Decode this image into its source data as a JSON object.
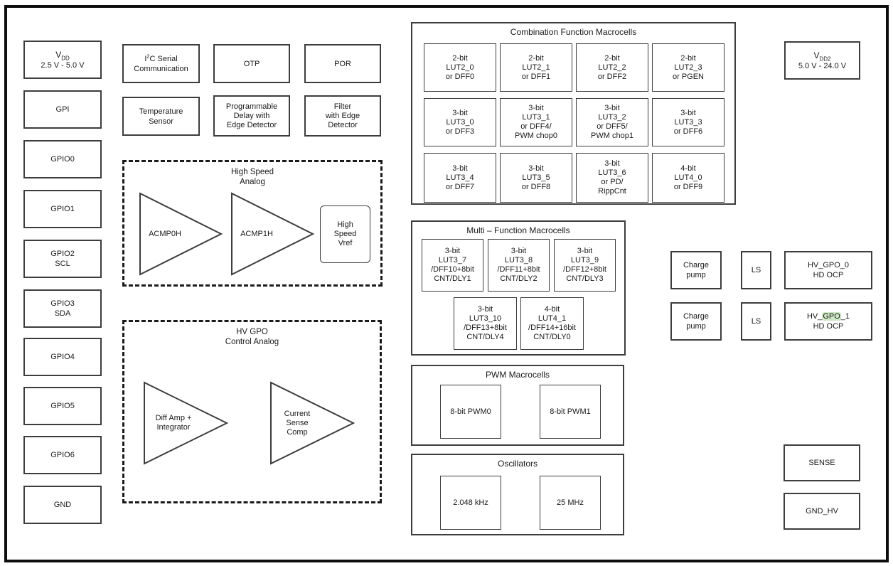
{
  "colors": {
    "background": "#ffffff",
    "frame": "#0d0d0d",
    "box_border": "#3d3d3d",
    "text": "#1a1a1a",
    "search_highlight_green": "#cfe8c5"
  },
  "pins_left": {
    "vdd": {
      "base": "V",
      "sub": "DD",
      "range": "2.5 V - 5.0 V"
    },
    "items": [
      "GPI",
      "GPIO0",
      "GPIO1",
      [
        "GPIO2",
        "SCL"
      ],
      [
        "GPIO3",
        "SDA"
      ],
      "GPIO4",
      "GPIO5",
      "GPIO6",
      "GND"
    ]
  },
  "top_row": {
    "i2c": {
      "pre": "I",
      "sup": "2",
      "post": "C Serial",
      "line2": "Communication"
    },
    "otp": "OTP",
    "por": "POR",
    "temp": [
      "Temperature",
      "Sensor"
    ],
    "prog_delay": [
      "Programmable",
      "Delay with",
      "Edge Detector"
    ],
    "filter": [
      "Filter",
      "with Edge",
      "Detector"
    ]
  },
  "high_speed_analog": {
    "title": [
      "High Speed",
      "Analog"
    ],
    "acmp0": "ACMP0H",
    "acmp1": "ACMP1H",
    "vref": [
      "High",
      "Speed",
      "Vref"
    ]
  },
  "hv_gpo_analog": {
    "title": [
      "HV GPO",
      "Control Analog"
    ],
    "diff_amp": [
      "Diff Amp +",
      "Integrator"
    ],
    "current_sense": [
      "Current",
      "Sense",
      "Comp"
    ]
  },
  "combination": {
    "title": "Combination Function Macrocells",
    "cells": [
      [
        "2-bit",
        "LUT2_0",
        "or DFF0"
      ],
      [
        "2-bit",
        "LUT2_1",
        "or DFF1"
      ],
      [
        "2-bit",
        "LUT2_2",
        "or DFF2"
      ],
      [
        "2-bit",
        "LUT2_3",
        "or PGEN"
      ],
      [
        "3-bit",
        "LUT3_0",
        "or DFF3"
      ],
      [
        "3-bit",
        "LUT3_1",
        "or DFF4/",
        "PWM chop0"
      ],
      [
        "3-bit",
        "LUT3_2",
        "or DFF5/",
        "PWM chop1"
      ],
      [
        "3-bit",
        "LUT3_3",
        "or DFF6"
      ],
      [
        "3-bit",
        "LUT3_4",
        "or DFF7"
      ],
      [
        "3-bit",
        "LUT3_5",
        "or DFF8"
      ],
      [
        "3-bit",
        "LUT3_6",
        "or PD/",
        "RippCnt"
      ],
      [
        "4-bit",
        "LUT4_0",
        "or DFF9"
      ]
    ]
  },
  "multi": {
    "title": "Multi – Function Macrocells",
    "cells": [
      [
        "3-bit",
        "LUT3_7",
        "/DFF10+8bit",
        "CNT/DLY1"
      ],
      [
        "3-bit",
        "LUT3_8",
        "/DFF11+8bit",
        "CNT/DLY2"
      ],
      [
        "3-bit",
        "LUT3_9",
        "/DFF12+8bit",
        "CNT/DLY3"
      ],
      [
        "3-bit",
        "LUT3_10",
        "/DFF13+8bit",
        "CNT/DLY4"
      ],
      [
        "4-bit",
        "LUT4_1",
        "/DFF14+16bit",
        "CNT/DLY0"
      ]
    ]
  },
  "pwm": {
    "title": "PWM Macrocells",
    "cells": [
      "8-bit PWM0",
      "8-bit PWM1"
    ]
  },
  "oscillators": {
    "title": "Oscillators",
    "cells": [
      "2.048 kHz",
      "25 MHz"
    ]
  },
  "right": {
    "vdd2": {
      "base": "V",
      "sub": "DD2",
      "range": "5.0 V - 24.0 V"
    },
    "rows": [
      {
        "charge": [
          "Charge",
          "pump"
        ],
        "ls": "LS",
        "gpo_line1": "HV_GPO_0",
        "gpo_line2": "HD OCP"
      },
      {
        "charge": [
          "Charge",
          "pump"
        ],
        "ls": "LS",
        "gpo_pre": "HV_",
        "gpo_hl": "GPO",
        "gpo_post": "_1",
        "gpo_line2": "HD OCP"
      }
    ],
    "sense": "SENSE",
    "gnd_hv": "GND_HV"
  }
}
